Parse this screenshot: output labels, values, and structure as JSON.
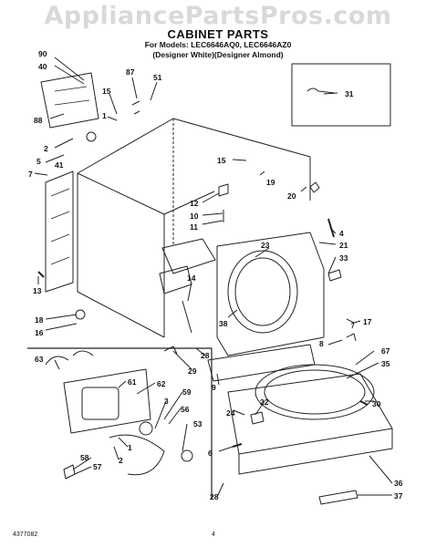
{
  "watermark": "AppliancePartsPros.com",
  "title": "CABINET PARTS",
  "models": "For Models: LEC6646AQ0,  LEC6646AZ0",
  "colors": "(Designer White)(Designer Almond)",
  "footer": {
    "doc_number": "4377082",
    "page": "4"
  },
  "callouts": [
    "90",
    "40",
    "88",
    "2",
    "5",
    "41",
    "7",
    "87",
    "51",
    "15",
    "1",
    "15",
    "19",
    "20",
    "12",
    "10",
    "11",
    "4",
    "21",
    "23",
    "33",
    "13",
    "18",
    "16",
    "14",
    "38",
    "17",
    "8",
    "28",
    "29",
    "31",
    "63",
    "61",
    "62",
    "3",
    "59",
    "56",
    "53",
    "58",
    "57",
    "2",
    "1",
    "9",
    "24",
    "22",
    "67",
    "35",
    "30",
    "6",
    "28",
    "36",
    "37"
  ]
}
